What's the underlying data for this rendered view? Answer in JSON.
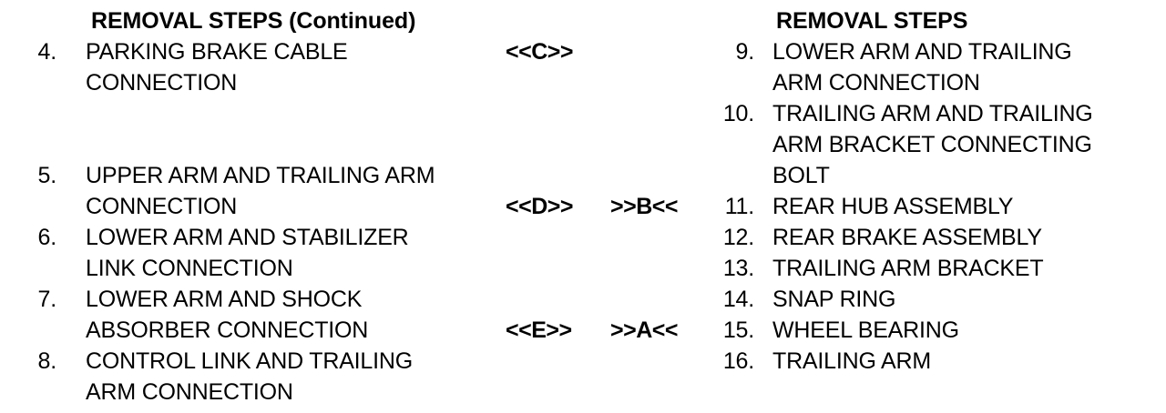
{
  "document": {
    "background_color": "#ffffff",
    "text_color": "#000000"
  },
  "left_column": {
    "header": "REMOVAL STEPS (Continued)",
    "items": [
      {
        "number": "4.",
        "lines": [
          "PARKING BRAKE CABLE",
          "CONNECTION"
        ]
      },
      {
        "number": "5.",
        "lines": [
          "UPPER ARM AND TRAILING ARM",
          "CONNECTION"
        ]
      },
      {
        "number": "6.",
        "lines": [
          "LOWER ARM AND STABILIZER",
          "LINK CONNECTION"
        ]
      },
      {
        "number": "7.",
        "lines": [
          "LOWER ARM AND SHOCK",
          "ABSORBER CONNECTION"
        ]
      },
      {
        "number": "8.",
        "lines": [
          "CONTROL LINK AND TRAILING",
          "ARM CONNECTION"
        ]
      }
    ]
  },
  "right_column": {
    "header": "REMOVAL STEPS",
    "items": [
      {
        "number": "9.",
        "lines": [
          "LOWER ARM AND TRAILING",
          "ARM CONNECTION"
        ]
      },
      {
        "number": "10.",
        "lines": [
          "TRAILING ARM AND TRAILING",
          "ARM BRACKET CONNECTING",
          "BOLT"
        ]
      },
      {
        "number": "11.",
        "lines": [
          "REAR HUB ASSEMBLY"
        ]
      },
      {
        "number": "12.",
        "lines": [
          "REAR BRAKE ASSEMBLY"
        ]
      },
      {
        "number": "13.",
        "lines": [
          "TRAILING ARM BRACKET"
        ]
      },
      {
        "number": "14.",
        "lines": [
          "SNAP RING"
        ]
      },
      {
        "number": "15.",
        "lines": [
          "WHEEL BEARING"
        ]
      },
      {
        "number": "16.",
        "lines": [
          "TRAILING ARM"
        ]
      }
    ]
  },
  "markers": {
    "c": "<<C>>",
    "d": "<<D>>",
    "b": ">>B<<",
    "e": "<<E>>",
    "a": ">>A<<"
  }
}
